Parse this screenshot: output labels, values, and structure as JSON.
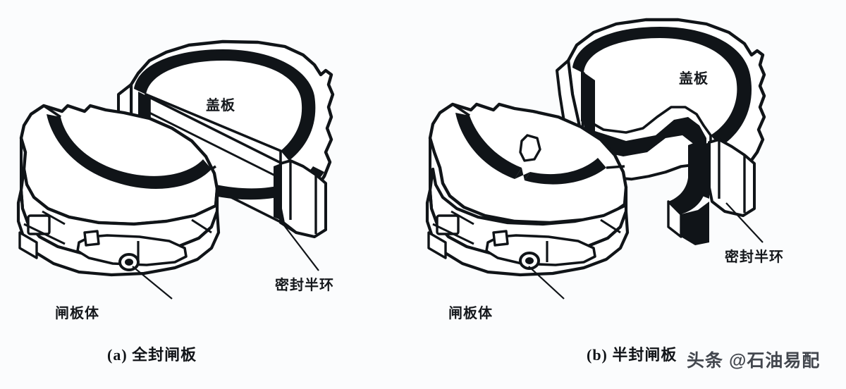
{
  "figure": {
    "kind": "technical-line-drawing",
    "subject": "blowout preventer ram assemblies",
    "background_color": "#fbfcfd",
    "line_color": "#101418",
    "fill_color": "#ffffff",
    "seal_color": "#101418"
  },
  "panels": [
    {
      "id": "a",
      "caption": "(a) 全封闸板",
      "labels": {
        "cover": "盖板",
        "seal": "密封半环",
        "body": "闸板体"
      }
    },
    {
      "id": "b",
      "caption": "(b) 半封闸板",
      "labels": {
        "cover": "盖板",
        "seal": "密封半环",
        "body": "闸板体"
      }
    }
  ],
  "watermark": {
    "prefix": "头条",
    "handle": "@石油易配",
    "full": "头条 @石油易配"
  }
}
